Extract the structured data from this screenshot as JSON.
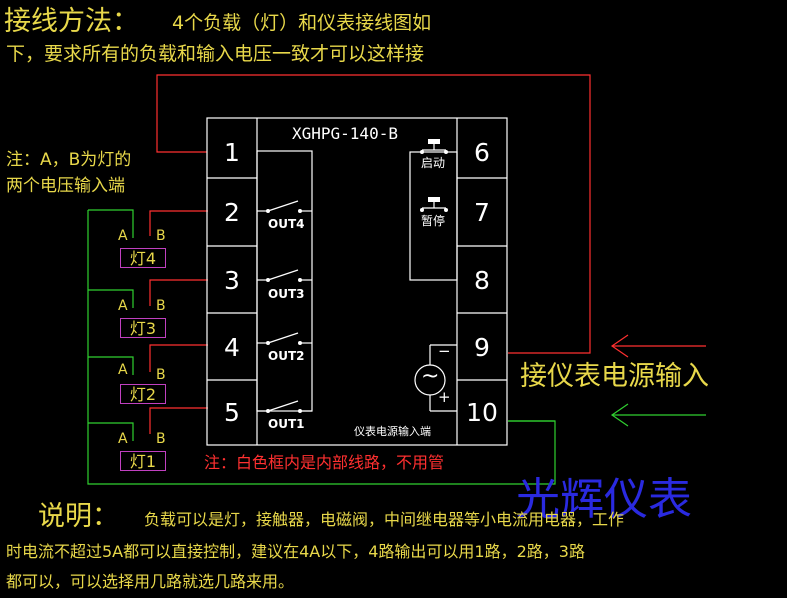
{
  "title": "接线方法：",
  "intro_line1": "4个负载（灯）和仪表接线图如",
  "intro_line2": "下，要求所有的负载和输入电压一致才可以这样接",
  "note_line1": "注：A，B为灯的",
  "note_line2": "两个电压输入端",
  "model": "XGHPG-140-B",
  "left_pins": [
    "1",
    "2",
    "3",
    "4",
    "5"
  ],
  "right_pins": [
    "6",
    "7",
    "8",
    "9",
    "10"
  ],
  "outputs": [
    "OUT4",
    "OUT3",
    "OUT2",
    "OUT1"
  ],
  "start_label": "启动",
  "pause_label": "暂停",
  "power_inner_label": "仪表电源输入端",
  "lamps": [
    {
      "a": "A",
      "b": "B",
      "name": "灯4"
    },
    {
      "a": "A",
      "b": "B",
      "name": "灯3"
    },
    {
      "a": "A",
      "b": "B",
      "name": "灯2"
    },
    {
      "a": "A",
      "b": "B",
      "name": "灯1"
    }
  ],
  "minus_sign": "−",
  "plus_sign": "+",
  "ac_symbol": "~",
  "power_input_label": "接仪表电源输入",
  "white_note": "注：白色框内是内部线路，不用管",
  "watermark": "光辉仪表",
  "desc_title": "说明：",
  "desc_line1": "负载可以是灯，接触器，电磁阀，中间继电器等小电流用电器，工作",
  "desc_line2": "时电流不超过5A都可以直接控制，建议在4A以下，4路输出可以用1路，2路，3路",
  "desc_line3": "都可以，可以选择用几路就选几路来用。",
  "colors": {
    "red": "#ff3030",
    "green": "#30d030",
    "white": "#ffffff",
    "yellow": "#e8d84a",
    "magenta": "#c040c0",
    "watermark": "#2a2ae0"
  }
}
